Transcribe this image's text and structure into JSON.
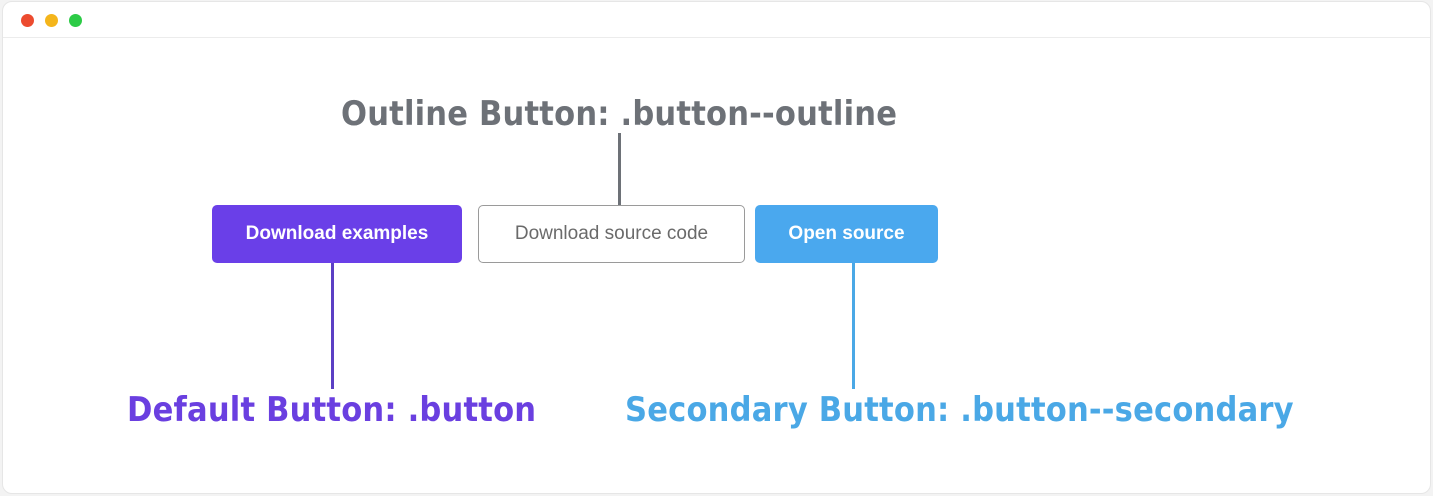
{
  "window": {
    "controls": [
      "close",
      "minimize",
      "maximize"
    ]
  },
  "annotations": {
    "outline": "Outline Button: .button--outline",
    "default": "Default Button: .button",
    "secondary": "Secondary Button: .button--secondary"
  },
  "buttons": {
    "default_label": "Download examples",
    "outline_label": "Download source code",
    "secondary_label": "Open source"
  },
  "colors": {
    "default": "#6a3fe8",
    "outline_text": "#6d7177",
    "secondary": "#4aa8ee"
  }
}
